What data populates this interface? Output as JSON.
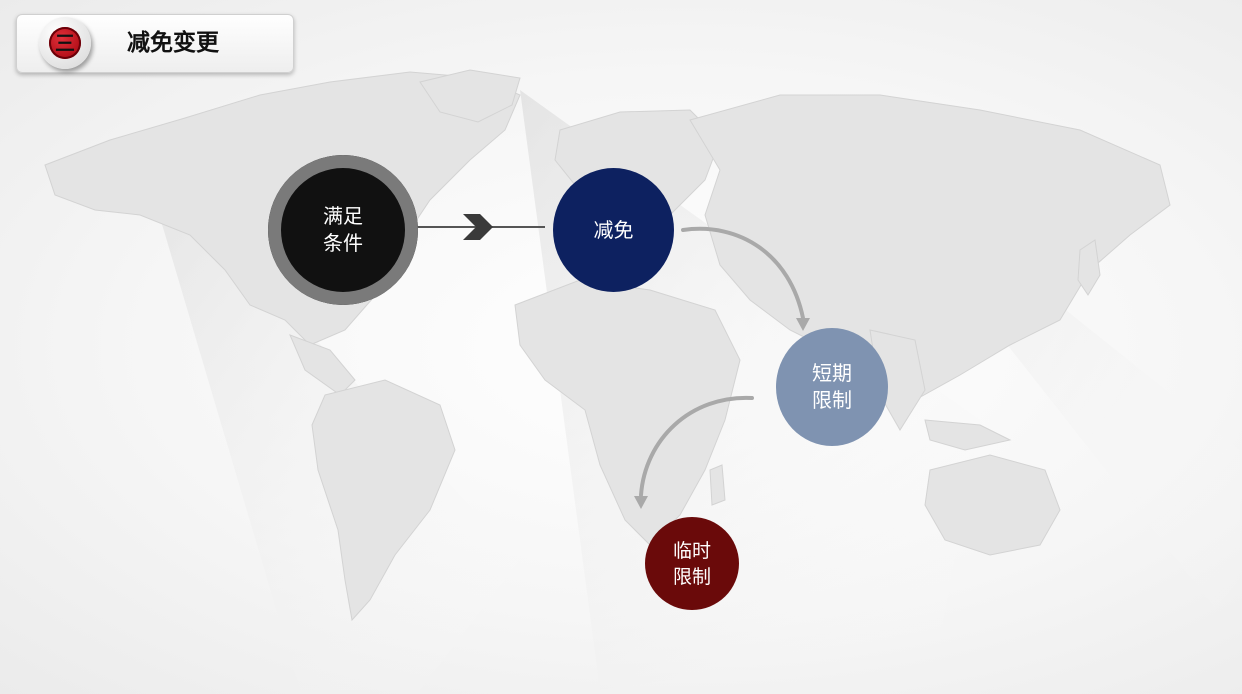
{
  "header": {
    "badge_text": "三",
    "title": "减免变更",
    "badge_color": "#c8101e"
  },
  "diagram": {
    "nodes": [
      {
        "id": "condition",
        "label": "满足\n条件",
        "fill": "#111111",
        "ring": "#7a7a7a"
      },
      {
        "id": "reduction",
        "label": "减免",
        "fill": "#0d2160"
      },
      {
        "id": "short-term",
        "label": "短期\n限制",
        "fill": "#7f93b1"
      },
      {
        "id": "temporary",
        "label": "临时\n限制",
        "fill": "#6a0a0a"
      }
    ],
    "edges": [
      {
        "from": "condition",
        "to": "reduction",
        "style": "chevron-line"
      },
      {
        "from": "reduction",
        "to": "short-term",
        "style": "curved-arrow"
      },
      {
        "from": "short-term",
        "to": "temporary",
        "style": "curved-arrow"
      }
    ],
    "connector_color": "#a9a9a9"
  },
  "background": {
    "pattern": "world-map",
    "tone": "#e2e2e2"
  }
}
